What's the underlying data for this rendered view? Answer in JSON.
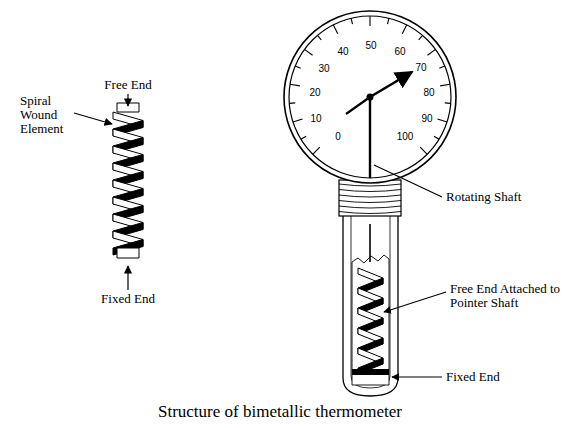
{
  "diagram": {
    "caption": "Structure of bimetallic thermometer",
    "labels": [
      "Free End",
      "Spiral Wound Element",
      "Fixed End",
      "0",
      "10",
      "20",
      "30",
      "40",
      "50",
      "60",
      "70",
      "80",
      "90",
      "100",
      "Rotating Shaft",
      "Free End Attached to Pointer Shaft",
      "Fixed End"
    ]
  }
}
